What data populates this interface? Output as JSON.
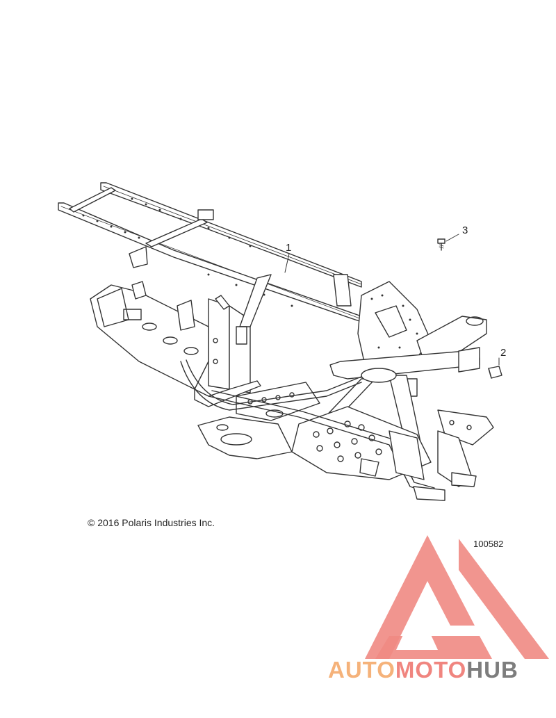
{
  "diagram": {
    "callouts": [
      {
        "id": "1",
        "text": "1"
      },
      {
        "id": "2",
        "text": "2"
      },
      {
        "id": "3",
        "text": "3"
      }
    ],
    "copyright": "© 2016 Polaris Industries Inc.",
    "part_number": "100582"
  },
  "watermark": {
    "brand_part1": "AUTO",
    "brand_part2": "MOTO",
    "brand_part3": "HUB",
    "logo_color": "#f08a83",
    "text_colors": [
      "#f5b27a",
      "#f0857f",
      "#7d7d7d"
    ]
  }
}
